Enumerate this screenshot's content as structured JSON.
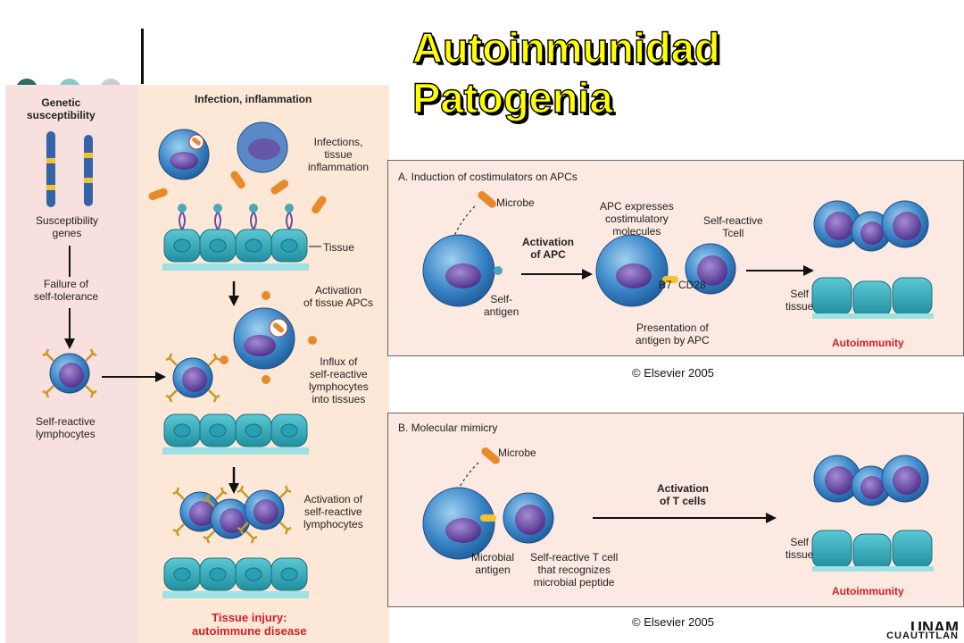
{
  "title": {
    "line1": "Autoinmunidad",
    "line2": "Patogenia"
  },
  "colors": {
    "accent_dots": [
      "#2e6b63",
      "#8cc8c6",
      "#cccccc"
    ],
    "left_bg": "#f8e0de",
    "mid_bg": "#fde8d7",
    "panel_bg": "#fbe9e2",
    "cell_blue": "#3b86c8",
    "nucleus": "#6a4ba0",
    "tissue": "#3bb0c0",
    "microbe": "#e88a2c",
    "red_text": "#d0202a"
  },
  "left": {
    "genetic_header": "Genetic\nsusceptibility",
    "genes_label": "Susceptibility\ngenes",
    "failure_label": "Failure of\nself-tolerance",
    "lymph_label": "Self-reactive\nlymphocytes"
  },
  "middle": {
    "header": "Infection, inflammation",
    "infections_label": "Infections,\ntissue\ninflammation",
    "tissue_label": "Tissue",
    "activation_apcs": "Activation\nof tissue APCs",
    "influx_label": "Influx of\nself-reactive\nlymphocytes\ninto tissues",
    "activation_lymph": "Activation of\nself-reactive\nlymphocytes",
    "injury_line1": "Tissue injury:",
    "injury_line2": "autoimmune disease"
  },
  "panel_a": {
    "title": "A. Induction of costimulators on APCs",
    "microbe": "Microbe",
    "self_antigen": "Self-\nantigen",
    "activation": "Activation\nof APC",
    "apc_expresses": "APC expresses\ncostimulatory\nmolecules",
    "self_reactive_tcell": "Self-reactive\nTcell",
    "b7": "B7",
    "cd28": "CD28",
    "presentation": "Presentation of\nantigen by APC",
    "self_tissue": "Self\ntissue",
    "autoimmunity": "Autoimmunity",
    "copyright": "© Elsevier 2005"
  },
  "panel_b": {
    "title": "B. Molecular mimicry",
    "microbe": "Microbe",
    "microbial_antigen": "Microbial\nantigen",
    "tcell_label": "Self-reactive T cell\nthat recognizes\nmicrobial peptide",
    "activation": "Activation\nof T cells",
    "self_tissue": "Self\ntissue",
    "autoimmunity": "Autoimmunity",
    "copyright": "© Elsevier 2005"
  },
  "logo": {
    "line1": "UNAM",
    "line2": "CUAUTITLAN"
  }
}
